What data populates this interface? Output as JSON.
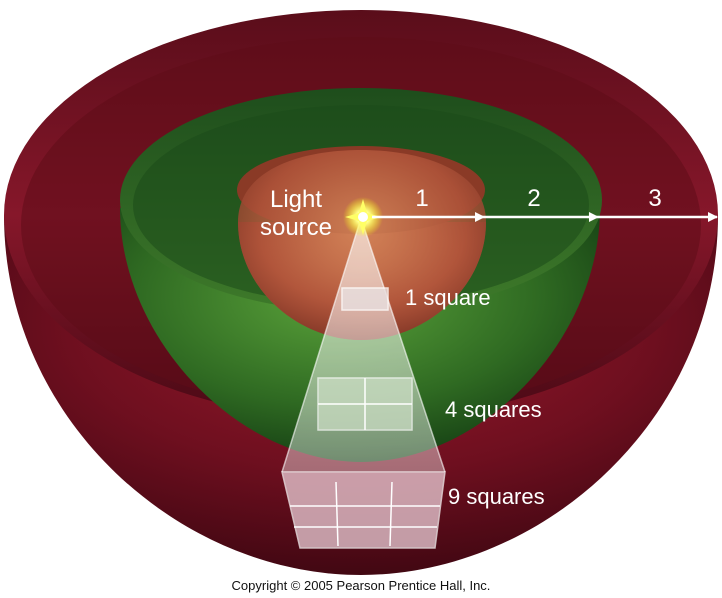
{
  "labels": {
    "light_source_line1": "Light",
    "light_source_line2": "source",
    "distance_1": "1",
    "distance_2": "2",
    "distance_3": "3",
    "area_1": "1 square",
    "area_4": "4 squares",
    "area_9": "9 squares"
  },
  "copyright": "Copyright © 2005 Pearson Prentice Hall, Inc.",
  "colors": {
    "outer_shell": "#7a1020",
    "middle_shell": "#2f6a22",
    "inner_shell": "#b55a3a",
    "light": "#ffff66",
    "arrows": "#ffffff"
  }
}
